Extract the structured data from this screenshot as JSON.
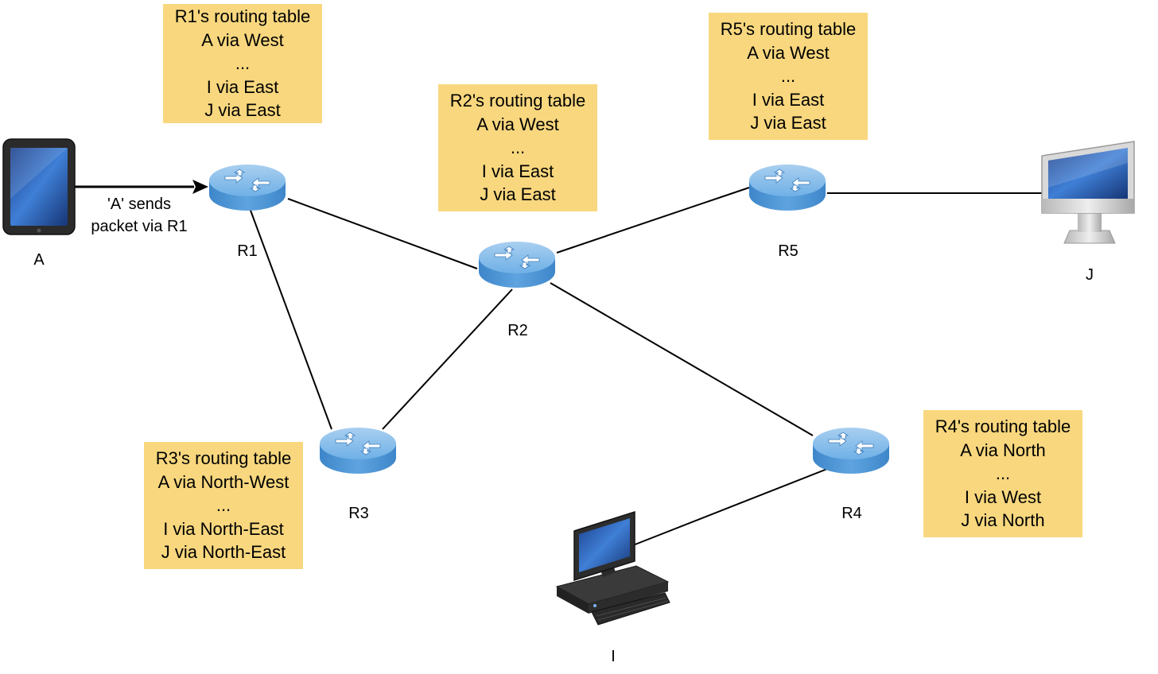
{
  "nodes": {
    "A": "A",
    "R1": "R1",
    "R2": "R2",
    "R3": "R3",
    "R4": "R4",
    "R5": "R5",
    "I": "I",
    "J": "J"
  },
  "arrow_label": [
    "'A' sends",
    "packet via R1"
  ],
  "tables": {
    "R1": [
      "R1's routing table",
      "A via West",
      "...",
      "I via East",
      "J via East"
    ],
    "R2": [
      "R2's routing table",
      "A via West",
      "...",
      "I via East",
      "J via East"
    ],
    "R3": [
      "R3's routing table",
      "A via North-West",
      "...",
      "I via North-East",
      "J via North-East"
    ],
    "R4": [
      "R4's routing table",
      "A via North",
      "...",
      "I via West",
      "J via North"
    ],
    "R5": [
      "R5's routing table",
      "A via West",
      "...",
      "I via East",
      "J via East"
    ]
  },
  "colors": {
    "note_fill": "#f8d77e",
    "router_blue": "#5b9bd5",
    "line": "#000000"
  },
  "icons": {
    "A": "tablet-icon",
    "J": "imac-icon",
    "I": "desktop-computer-icon",
    "routers": "router-icon"
  }
}
